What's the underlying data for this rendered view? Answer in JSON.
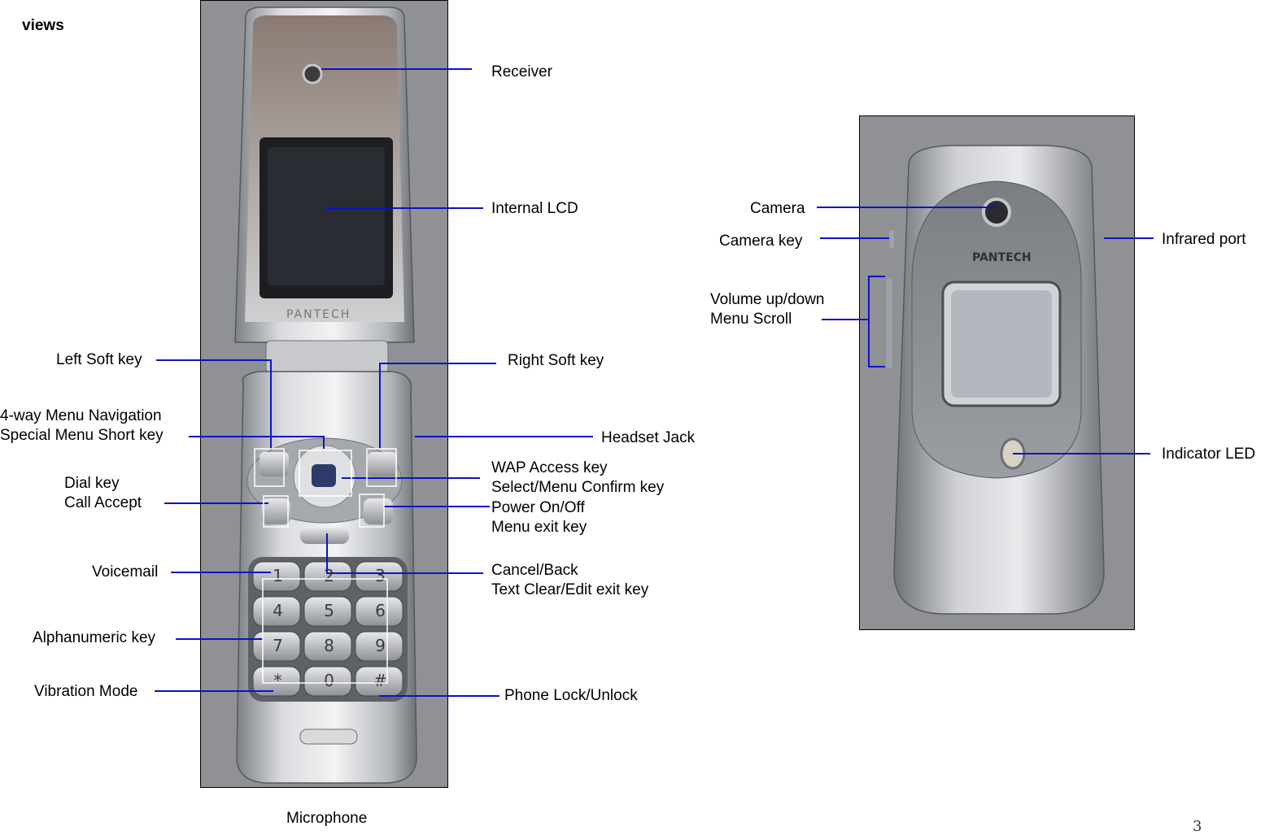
{
  "heading": "views",
  "page_number": "3",
  "brand": "PANTECH",
  "open_phone_labels": {
    "receiver": "Receiver",
    "internal_lcd": "Internal LCD",
    "left_soft_key": "Left Soft key",
    "right_soft_key": "Right Soft key",
    "nav_line1": "4-way Menu Navigation",
    "nav_line2": "Special Menu Short key",
    "headset_jack": "Headset Jack",
    "dial_line1": "Dial key",
    "dial_line2": "Call Accept",
    "wap_line1": "WAP Access key",
    "wap_line2": "Select/Menu Confirm key",
    "power_line1": "Power On/Off",
    "power_line2": "Menu exit key",
    "voicemail": "Voicemail",
    "cancel_line1": "Cancel/Back",
    "cancel_line2": "Text Clear/Edit exit key",
    "alphanumeric": "Alphanumeric key",
    "vibration": "Vibration Mode",
    "phone_lock": "Phone Lock/Unlock",
    "microphone": "Microphone"
  },
  "closed_phone_labels": {
    "camera": "Camera",
    "camera_key": "Camera key",
    "volume_line1": "Volume up/down",
    "volume_line2": "Menu Scroll",
    "infrared": "Infrared port",
    "indicator": "Indicator LED"
  },
  "keypad_glyphs": [
    "1",
    "2",
    "3",
    "4",
    "5",
    "6",
    "7",
    "8",
    "9",
    "*",
    "0",
    "#"
  ],
  "colors": {
    "callout": "#0a14c8",
    "body_silver": "#b9bcc1",
    "background_photo": "#8f9195"
  }
}
